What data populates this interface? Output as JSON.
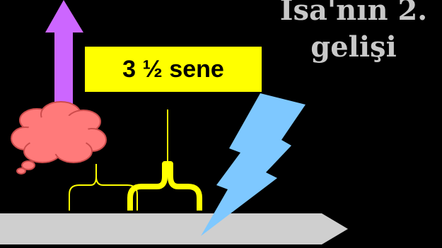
{
  "diagram": {
    "title_lines": [
      "İsa'nın 2.",
      "gelişi"
    ],
    "period_label": "3 ½ sene"
  },
  "colors": {
    "background": "#000000",
    "title_text": "#c8c8c8",
    "label_box": "#ffff00",
    "arrow_up": "#cc66ff",
    "cloud": "#ff7a7a",
    "cloud_outline": "#cc4c4c",
    "lightning": "#7ec8ff",
    "timeline_bar": "#cfcfcf",
    "bracket_thin": "#ffff00",
    "bracket_thick": "#ffff00"
  },
  "icons": {
    "up_arrow": "arrow-up-icon",
    "cloud": "cloud-icon",
    "lightning": "lightning-bolt-icon"
  }
}
